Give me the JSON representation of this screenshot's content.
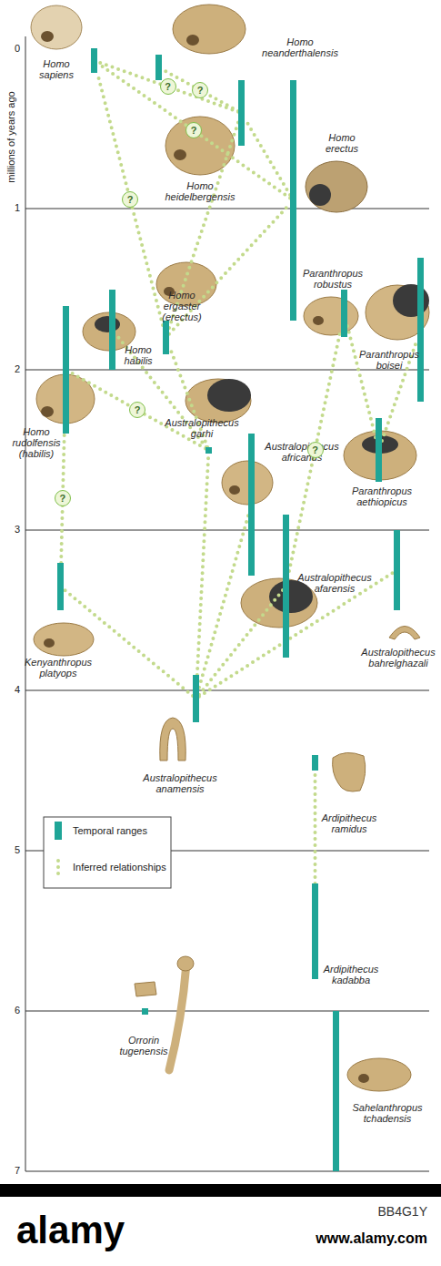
{
  "diagram": {
    "nodes": [
      {
        "text": [
          "Homo sapiens"
        ]
      },
      {
        "text": [
          "Homo neanderthalensis"
        ]
      },
      {
        "text": [
          "Homo heidelbergensis"
        ]
      },
      {
        "text": [
          "Homo erectus"
        ]
      },
      {
        "text": [
          "Paranthropus robustus"
        ]
      },
      {
        "text": [
          "Homo ergaster (erectus)"
        ]
      },
      {
        "text": [
          "Paranthropus boisei"
        ]
      },
      {
        "text": [
          "Homo habilis"
        ]
      },
      {
        "text": [
          "Homo rudolfensis (habilis)"
        ]
      },
      {
        "text": [
          "Australopithecus garhi"
        ]
      },
      {
        "text": [
          "Australopithecus africanus"
        ]
      },
      {
        "text": [
          "Paranthropus aethiopicus"
        ]
      },
      {
        "text": [
          "Australopithecus afarensis"
        ]
      },
      {
        "text": [
          "Kenyanthropus platyops"
        ]
      },
      {
        "text": [
          "Australopithecus bahrelghazali"
        ]
      },
      {
        "text": [
          "Australopithecus anamensis"
        ]
      },
      {
        "text": [
          "Ardipithecus ramidus"
        ]
      },
      {
        "text": [
          "Ardipithecus kadabba"
        ]
      },
      {
        "text": [
          "Orrorin tugenensis"
        ]
      },
      {
        "text": [
          "Sahelanthropus tchadensis"
        ]
      }
    ],
    "edges": [
      {
        "from": 2,
        "to": 0,
        "arrow": "none",
        "label": "?"
      },
      {
        "from": 3,
        "to": 0,
        "arrow": "none",
        "label": "?"
      },
      {
        "from": 5,
        "to": 0,
        "arrow": "none",
        "label": "?"
      },
      {
        "from": 2,
        "to": 1,
        "arrow": "none",
        "label": "?"
      },
      {
        "from": 5,
        "to": 2,
        "arrow": "none"
      },
      {
        "from": 3,
        "to": 2,
        "arrow": "none"
      },
      {
        "from": 5,
        "to": 3,
        "arrow": "none"
      },
      {
        "from": 9,
        "to": 5,
        "arrow": "none"
      },
      {
        "from": 9,
        "to": 7,
        "arrow": "none"
      },
      {
        "from": 9,
        "to": 8,
        "arrow": "none",
        "label": "?"
      },
      {
        "from": 13,
        "to": 8,
        "arrow": "none",
        "label": "?"
      },
      {
        "from": 15,
        "to": 13,
        "arrow": "none"
      },
      {
        "from": 15,
        "to": 9,
        "arrow": "none"
      },
      {
        "from": 15,
        "to": 10,
        "arrow": "none"
      },
      {
        "from": 15,
        "to": 12,
        "arrow": "none"
      },
      {
        "from": 15,
        "to": 14,
        "arrow": "none"
      },
      {
        "from": 12,
        "to": 4,
        "arrow": "none",
        "label": "?"
      },
      {
        "from": 11,
        "to": 4,
        "arrow": "none"
      },
      {
        "from": 11,
        "to": 6,
        "arrow": "none"
      },
      {
        "from": 17,
        "to": 16,
        "arrow": "none"
      }
    ],
    "labels": [
      "millions of years ago",
      "0",
      "1",
      "2",
      "3",
      "4",
      "5",
      "6",
      "7",
      "alamy",
      "BB4G1Y",
      "www.alamy.com"
    ],
    "legend": [
      {
        "text": "Temporal ranges",
        "color": "#1fa597"
      },
      {
        "text": "Inferred relationships"
      }
    ]
  }
}
